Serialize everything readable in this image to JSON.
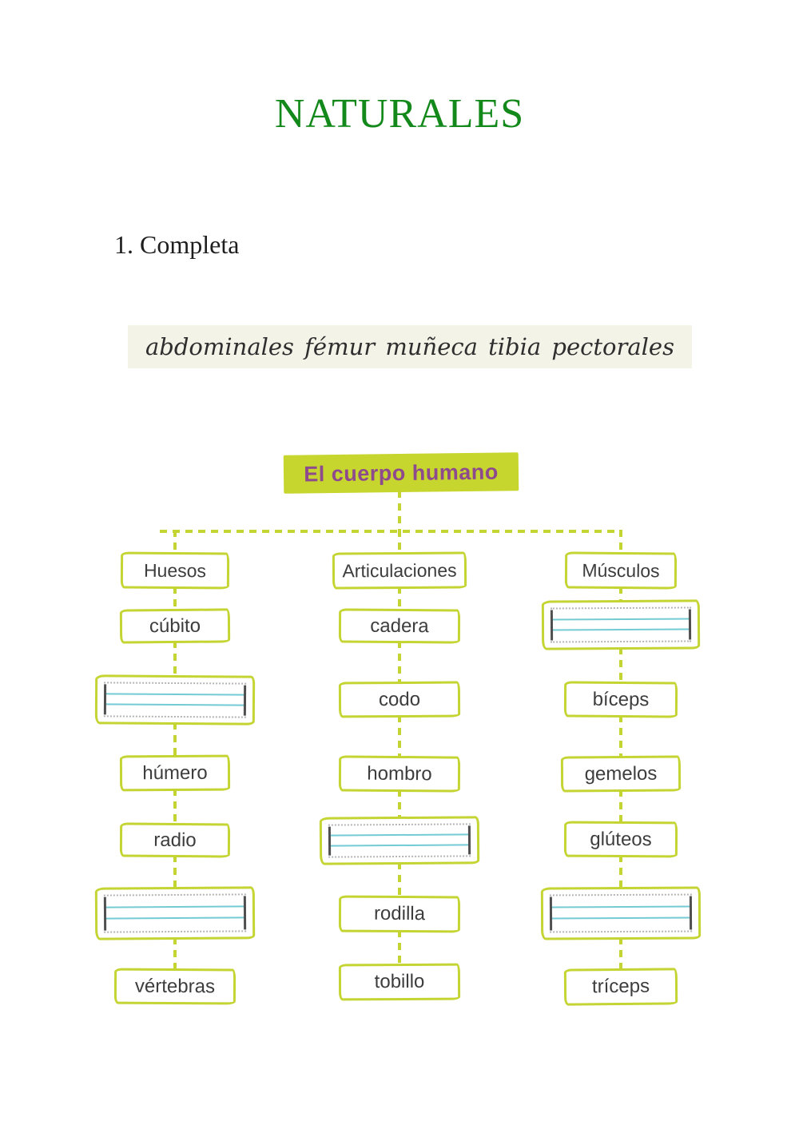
{
  "page_title": "NATURALES",
  "exercise": {
    "number_label": "1. Completa"
  },
  "word_bank": {
    "words": [
      "abdominales",
      "fémur",
      "muñeca",
      "tibia",
      "pectorales"
    ]
  },
  "diagram": {
    "root": "El cuerpo humano",
    "columns": [
      {
        "header": "Huesos",
        "items": [
          {
            "label": "cúbito"
          },
          {
            "blank": true
          },
          {
            "label": "húmero"
          },
          {
            "label": "radio"
          },
          {
            "blank": true
          },
          {
            "label": "vértebras"
          }
        ]
      },
      {
        "header": "Articulaciones",
        "items": [
          {
            "label": "cadera"
          },
          {
            "label": "codo"
          },
          {
            "label": "hombro"
          },
          {
            "blank": true
          },
          {
            "label": "rodilla"
          },
          {
            "label": "tobillo"
          }
        ]
      },
      {
        "header": "Músculos",
        "items": [
          {
            "blank": true
          },
          {
            "label": "bíceps"
          },
          {
            "label": "gemelos"
          },
          {
            "label": "glúteos"
          },
          {
            "blank": true
          },
          {
            "label": "tríceps"
          }
        ]
      }
    ]
  },
  "colors": {
    "title_green": "#14891b",
    "text_dark": "#1e1e1e",
    "label_gray": "#3d3d3d",
    "accent_green": "#c4d433",
    "root_fill": "#c7d62e",
    "root_text_purple": "#8d4a8d",
    "word_bank_bg": "#f4f3e8",
    "word_text": "#2e2e2e",
    "writing_line_cyan": "#74cbd3",
    "writing_bar_gray": "#4f4f4f",
    "writing_dotted_gray": "#b3b3b3"
  }
}
